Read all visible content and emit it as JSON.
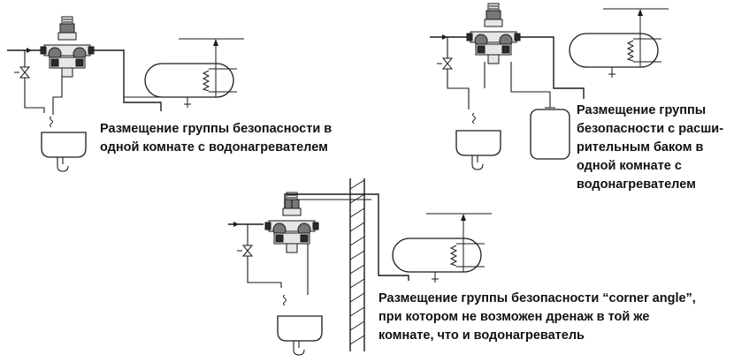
{
  "captions": {
    "same_room": [
      "Размещение группы безопасности в",
      "одной комнате с водонагревателем"
    ],
    "with_expansion_tank": [
      "Размещение группы",
      "безопасности с расши-",
      "рительным баком в",
      "одной комнате с",
      "водонагревателем"
    ],
    "corner_angle": [
      "Размещение группы безопасности “corner angle”,",
      "при котором не возможен дренаж в той же",
      "комнате, что и водонагреватель"
    ]
  }
}
